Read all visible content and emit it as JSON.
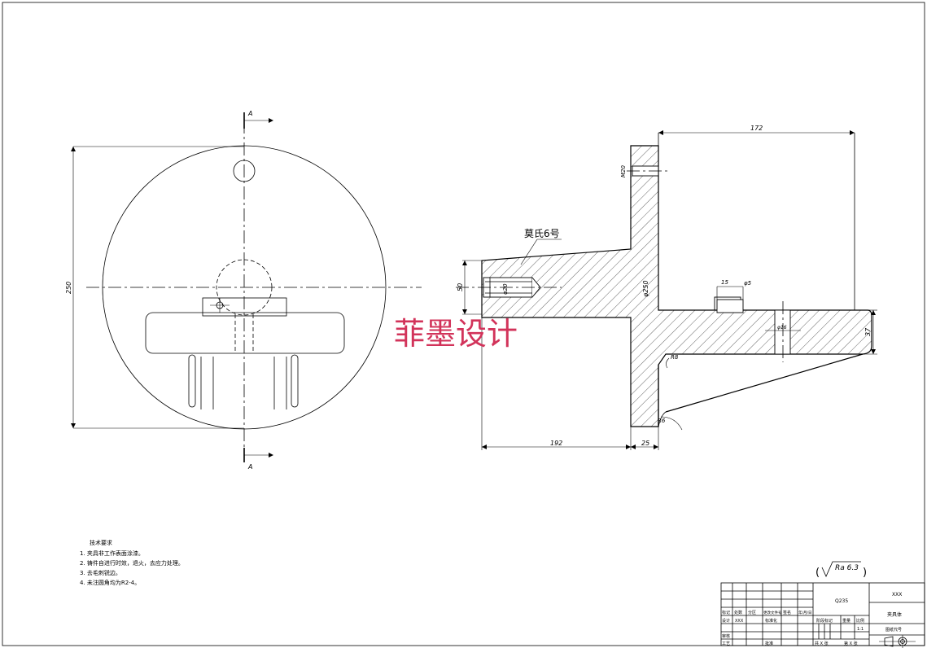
{
  "section_labels": {
    "top": "A",
    "bottom": "A"
  },
  "front_view": {
    "dim_diameter": "250"
  },
  "side_view": {
    "taper_label": "莫氏6号",
    "dim_length_192": "192",
    "dim_flange_25": "25",
    "dim_172": "172",
    "dim_phi250": "φ250",
    "dim_50": "50",
    "dim_phi20": "φ20",
    "dim_m20": "M20",
    "dim_15": "15",
    "dim_phi5": "φ5",
    "dim_phi16": "φ16",
    "dim_37": "37",
    "dim_r8": "R8",
    "dim_r6": "R6"
  },
  "watermark": "菲墨设计",
  "tech_requirements": {
    "title": "技术要求",
    "items": [
      "1. 夹具非工作表面涂漆。",
      "2. 铸件自进行时效，退火，去应力处理。",
      "3. 去毛刺锐边。",
      "4. 未注圆角均为R2-4。"
    ]
  },
  "roughness": {
    "symbol": "Ra 6.3"
  },
  "title_block": {
    "material": "Q235",
    "company": "XXX",
    "part_name": "夹具体",
    "drawing_no_label": "图纸代号",
    "scale_label": "比例",
    "scale": "1:1",
    "weight_label": "重量",
    "stage_label": "阶段标记",
    "sheet_total": "共 X 张",
    "sheet_no": "第 X 张",
    "designer_label": "设计",
    "designer": "XXX",
    "standard_label": "标准化",
    "review_label": "审核",
    "process_label": "工艺",
    "approve_label": "批准",
    "marks_label": "标记",
    "count_label": "处数",
    "zone_label": "分区",
    "doc_label": "更改文件号",
    "sign_label": "签名",
    "date_label": "年/月/日"
  }
}
